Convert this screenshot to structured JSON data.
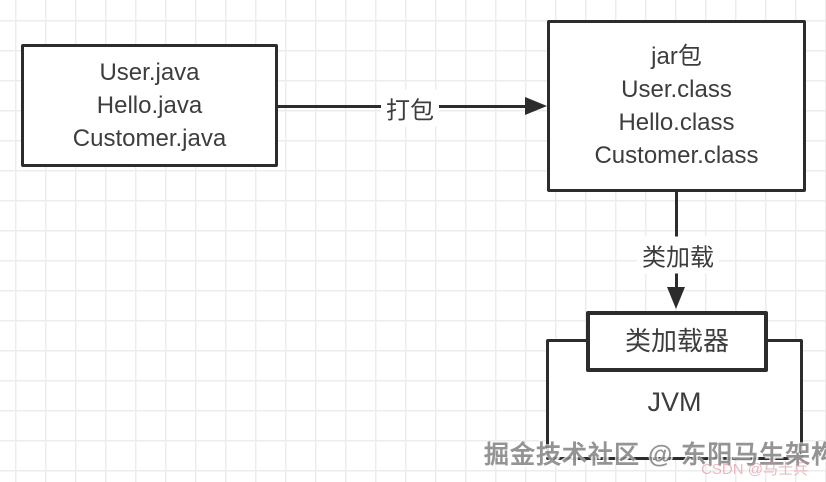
{
  "diagram": {
    "source_box": {
      "lines": [
        "User.java",
        "Hello.java",
        "Customer.java"
      ]
    },
    "jar_box": {
      "lines": [
        "jar包",
        "User.class",
        "Hello.class",
        "Customer.class"
      ]
    },
    "edges": {
      "package_label": "打包",
      "classload_label": "类加载"
    },
    "classloader_box_label": "类加载器",
    "jvm_box_label": "JVM"
  },
  "watermarks": {
    "juejin": "掘金技术社区 @ 东阳马生架构",
    "csdn": "CSDN @马士兵"
  },
  "colors": {
    "stroke": "#2c2c2c",
    "text": "#3d3d3d",
    "grid_line": "#ececec",
    "background": "#ffffff",
    "watermark_gray": "#7d7d7d",
    "watermark_pink": "#de8c96"
  }
}
